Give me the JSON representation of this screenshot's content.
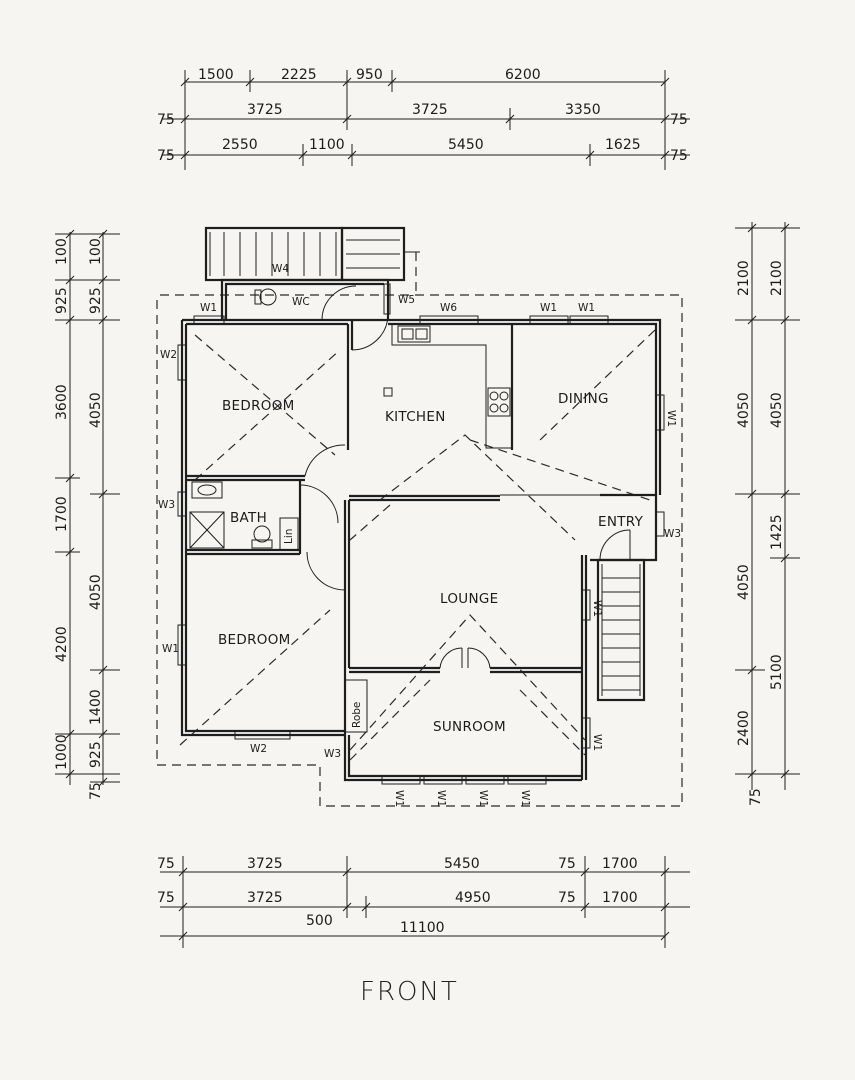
{
  "dims_top": {
    "row1": [
      "1500",
      "2225",
      "950",
      "6200"
    ],
    "row2": [
      "75",
      "3725",
      "3725",
      "3350",
      "75"
    ],
    "row3": [
      "75",
      "2550",
      "1100",
      "5450",
      "1625",
      "75"
    ]
  },
  "dims_bottom": {
    "row1": [
      "75",
      "3725",
      "5450",
      "75",
      "1700"
    ],
    "row2": [
      "75",
      "3725",
      "500",
      "4950",
      "75",
      "1700"
    ],
    "row3": [
      "11100"
    ]
  },
  "dims_left": {
    "col1": [
      "100",
      "925",
      "3600",
      "1700",
      "4200",
      "1000"
    ],
    "col2": [
      "100",
      "925",
      "4050",
      "4050",
      "1400",
      "925",
      "75"
    ]
  },
  "dims_right": {
    "col1": [
      "2100",
      "4050",
      "4050",
      "2400",
      "75"
    ],
    "col2": [
      "2100",
      "4050",
      "1425",
      "5100"
    ]
  },
  "rooms": {
    "bedroom1": "BEDROOM",
    "kitchen": "KITCHEN",
    "dining": "DINING",
    "bath": "BATH",
    "lin": "Lin",
    "entry": "ENTRY",
    "lounge": "LOUNGE",
    "bedroom2": "BEDROOM",
    "robe": "Robe",
    "sunroom": "SUNROOM",
    "wc": "WC"
  },
  "windows": {
    "w4": "W4",
    "w1_wc": "W1",
    "w5": "W5",
    "w6": "W6",
    "w1_dining_a": "W1",
    "w1_dining_b": "W1",
    "w2_bed1": "W2",
    "w1_dining_side": "W1",
    "w3_bath": "W3",
    "w3_entry": "W3",
    "w1_bed2": "W1",
    "w1_lounge": "W1",
    "w2_bed2": "W2",
    "w3_sun": "W3",
    "w1_sun_side": "W1",
    "w1_sun_1": "W1",
    "w1_sun_2": "W1",
    "w1_sun_3": "W1",
    "w1_sun_4": "W1"
  },
  "caption": "FRONT"
}
